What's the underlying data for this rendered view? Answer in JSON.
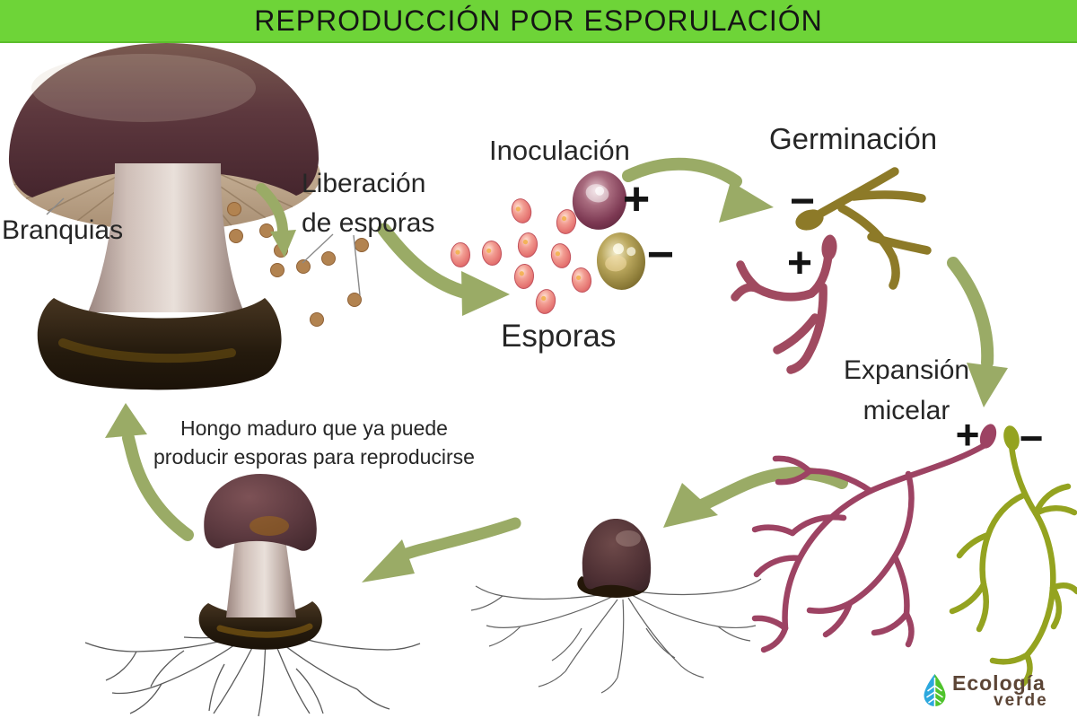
{
  "header": {
    "title": "REPRODUCCIÓN POR ESPORULACIÓN"
  },
  "stages": {
    "branquias": "Branquias",
    "liberacion": [
      "Liberación",
      "de esporas"
    ],
    "esporas": "Esporas",
    "inoculacion": "Inoculación",
    "germinacion": "Germinación",
    "expansion": [
      "Expansión",
      "micelar"
    ],
    "maduro": [
      "Hongo maduro que ya puede",
      "producir esporas para reproducirse"
    ]
  },
  "signs": {
    "plus": "+",
    "minus": "−"
  },
  "logo": {
    "brand": "Ecología",
    "brand_sub": "verde"
  },
  "colors": {
    "header_bg": "#6ed438",
    "arrow_green": "#9aab66",
    "spore_dot_brown": "#b28350",
    "spore_pink": "#e4716f",
    "plus_strain_maroon": "#9d4363",
    "minus_strain_olive": "#94a320",
    "title_text": "#151515",
    "label_text": "#262626",
    "logo_brown": "#5c4536",
    "logo_blue": "#2ca8de",
    "logo_green": "#4fc32c"
  }
}
